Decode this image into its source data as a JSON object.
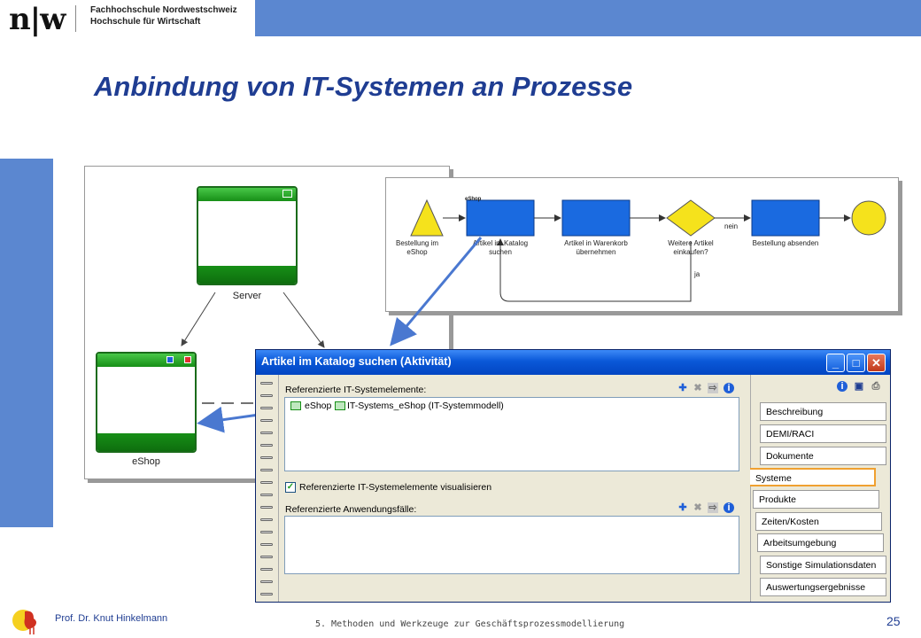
{
  "header": {
    "logo_mark": "n|w",
    "school_line1": "Fachhochschule Nordwestschweiz",
    "school_line2": "Hochschule für Wirtschaft"
  },
  "slide": {
    "title": "Anbindung von IT-Systemen an Prozesse"
  },
  "it_diagram": {
    "server_label": "Server",
    "eshop_label": "eShop"
  },
  "process_diagram": {
    "lane_label": "eShop",
    "start_label": "Bestellung im eShop",
    "activity1": "Artikel im Katalog suchen",
    "activity2": "Artikel in Warenkorb übernehmen",
    "gateway": "Weitere Artikel einkaufen?",
    "edge_no": "nein",
    "edge_yes": "ja",
    "activity3": "Bestellung absenden"
  },
  "dialog": {
    "title": "Artikel im Katalog suchen (Aktivität)",
    "minimize": "_",
    "maximize": "□",
    "close": "✕",
    "section1_label": "Referenzierte IT-Systemelemente:",
    "item1_name": "eShop",
    "item1_ref": "IT-Systems_eShop (IT-Systemmodell)",
    "checkbox_label": "Referenzierte IT-Systemelemente visualisieren",
    "checkbox_checked": true,
    "section2_label": "Referenzierte Anwendungsfälle:",
    "tabs": [
      "Beschreibung",
      "DEMI/RACI",
      "Dokumente",
      "Systeme",
      "Produkte",
      "Zeiten/Kosten",
      "Arbeitsumgebung",
      "Sonstige Simulationsdaten",
      "Auswertungsergebnisse"
    ],
    "active_tab": "Systeme"
  },
  "footer": {
    "author": "Prof. Dr. Knut Hinkelmann",
    "course": "5. Methoden und Werkzeuge zur Geschäftsprozessmodellierung",
    "page": "25"
  },
  "colors": {
    "accent_blue": "#5b87d0",
    "title_blue": "#1f3d92",
    "activity_blue": "#1a6ae0",
    "event_yellow": "#f5e21c",
    "system_green": "#178f17"
  }
}
